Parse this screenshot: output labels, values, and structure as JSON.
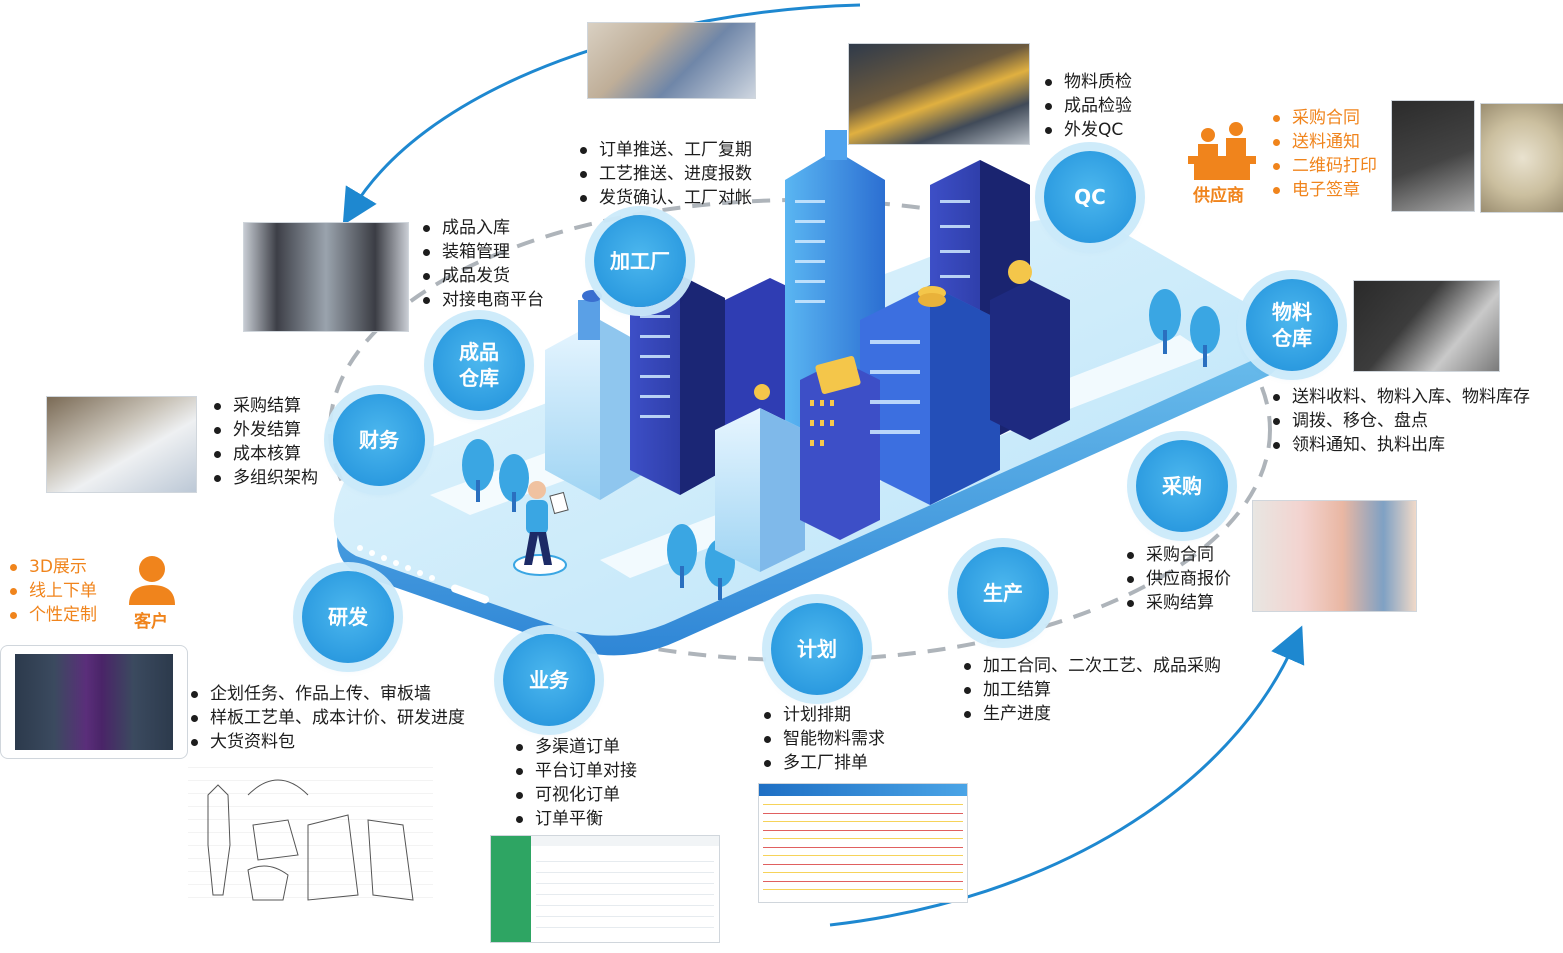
{
  "nodes": {
    "jiagongchang": "加工厂",
    "qc": "QC",
    "chengpin_1": "成品",
    "chengpin_2": "仓库",
    "caiwu": "财务",
    "wuliao_1": "物料",
    "wuliao_2": "仓库",
    "caigou": "采购",
    "shengchan": "生产",
    "jihua": "计划",
    "yewu": "业务",
    "yanfa": "研发"
  },
  "lists": {
    "jiagongchang": [
      "订单推送、工厂复期",
      "工艺推送、进度报数",
      "发货确认、工厂对帐"
    ],
    "qc": [
      "物料质检",
      "成品检验",
      "外发QC"
    ],
    "supplier": [
      "采购合同",
      "送料通知",
      "二维码打印",
      "电子签章"
    ],
    "chengpin": [
      "成品入库",
      "装箱管理",
      "成品发货",
      "对接电商平台"
    ],
    "wuliao": [
      "送料收料、物料入库、物料库存",
      "调拨、移仓、盘点",
      "领料通知、执料出库"
    ],
    "caiwu": [
      "采购结算",
      "外发结算",
      "成本核算",
      "多组织架构"
    ],
    "caigou": [
      "采购合同",
      "供应商报价",
      "采购结算"
    ],
    "customer": [
      "3D展示",
      "线上下单",
      "个性定制"
    ],
    "shengchan": [
      "加工合同、二次工艺、成品采购",
      "加工结算",
      "生产进度"
    ],
    "jihua": [
      "计划排期",
      "智能物料需求",
      "多工厂排单"
    ],
    "yewu": [
      "多渠道订单",
      "平台订单对接",
      "可视化订单",
      "订单平衡"
    ],
    "yanfa": [
      "企划任务、作品上传、审板墙",
      "样板工艺单、成本计价、研发进度",
      "大货资料包"
    ]
  },
  "actors": {
    "supplier": "供应商",
    "customer": "客户"
  },
  "colors": {
    "node": "#2c9be0",
    "accent_orange": "#f0841c",
    "arrow": "#1e88d0",
    "text": "#1d1d1d"
  }
}
